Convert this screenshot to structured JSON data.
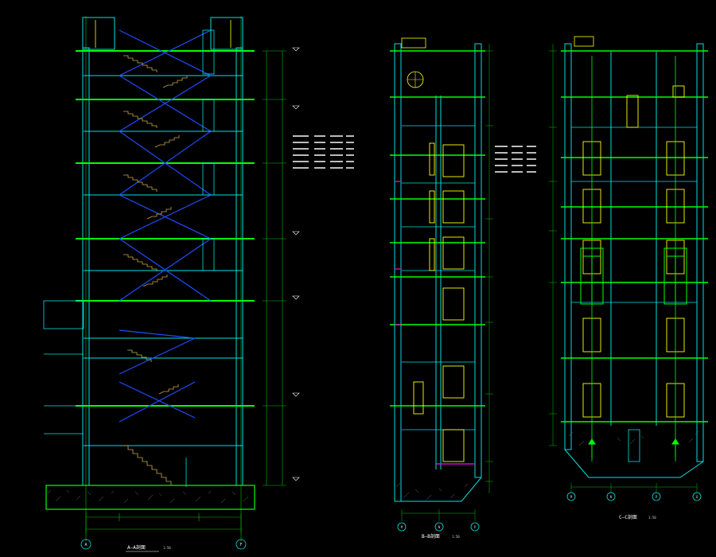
{
  "colors": {
    "background": "#000000",
    "wall": "#00e0e0",
    "slab": "#00ff00",
    "stair": "#c8a84a",
    "stair_cross": "#1f4cff",
    "door": "#ffff00",
    "dim": "#00c000",
    "text": "#e8e8e8",
    "accent": "#ff00ff"
  },
  "views": {
    "left": {
      "title": "A—A剖面",
      "scale": "1:50",
      "axis_left": "A",
      "axis_right": "F"
    },
    "middle": {
      "title": "B—B剖面",
      "scale": "1:50",
      "axes": [
        "M",
        "N",
        "P"
      ]
    },
    "right": {
      "title": "C—C剖面",
      "scale": "1:50",
      "axes": [
        "M",
        "N",
        "P",
        "Q"
      ]
    }
  }
}
